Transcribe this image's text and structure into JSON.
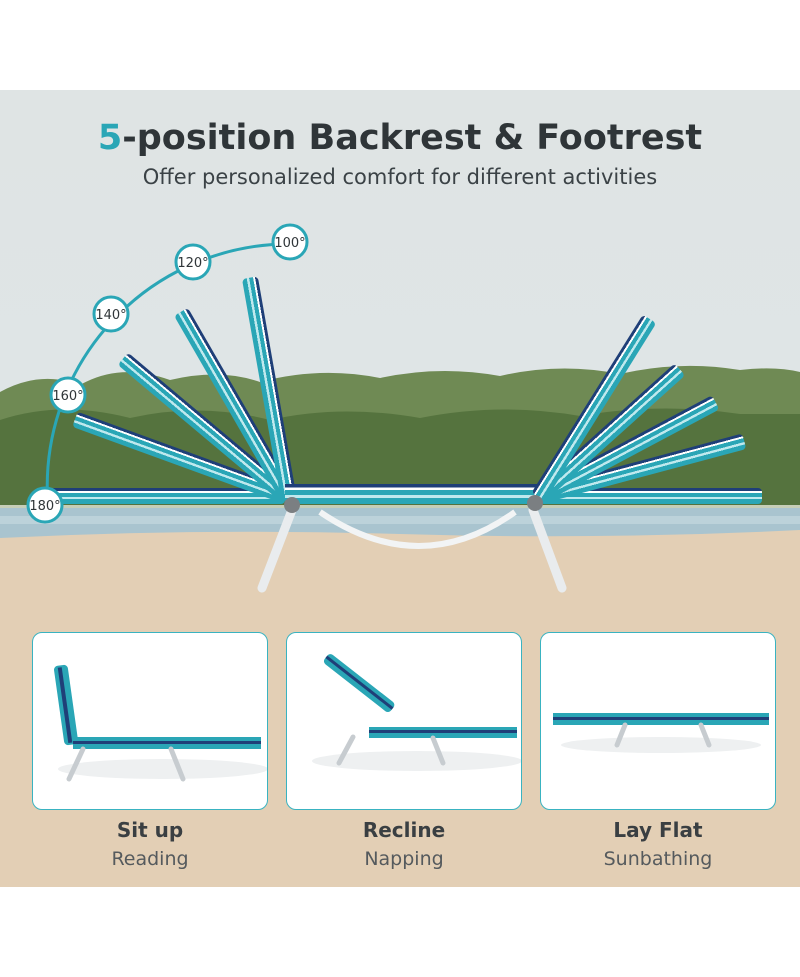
{
  "header": {
    "title_accent": "5",
    "title_rest": "-position Backrest & Footrest",
    "subtitle": "Offer personalized comfort for different activities"
  },
  "angles": [
    "100°",
    "120°",
    "140°",
    "160°",
    "180°"
  ],
  "positions": [
    {
      "title": "Sit up",
      "subtitle": "Reading"
    },
    {
      "title": "Recline",
      "subtitle": "Napping"
    },
    {
      "title": "Lay Flat",
      "subtitle": "Sunbathing"
    }
  ],
  "colors": {
    "accent": "#2aa6b6",
    "stripe_teal": "#2aa6b6",
    "stripe_navy": "#1f3f78"
  }
}
